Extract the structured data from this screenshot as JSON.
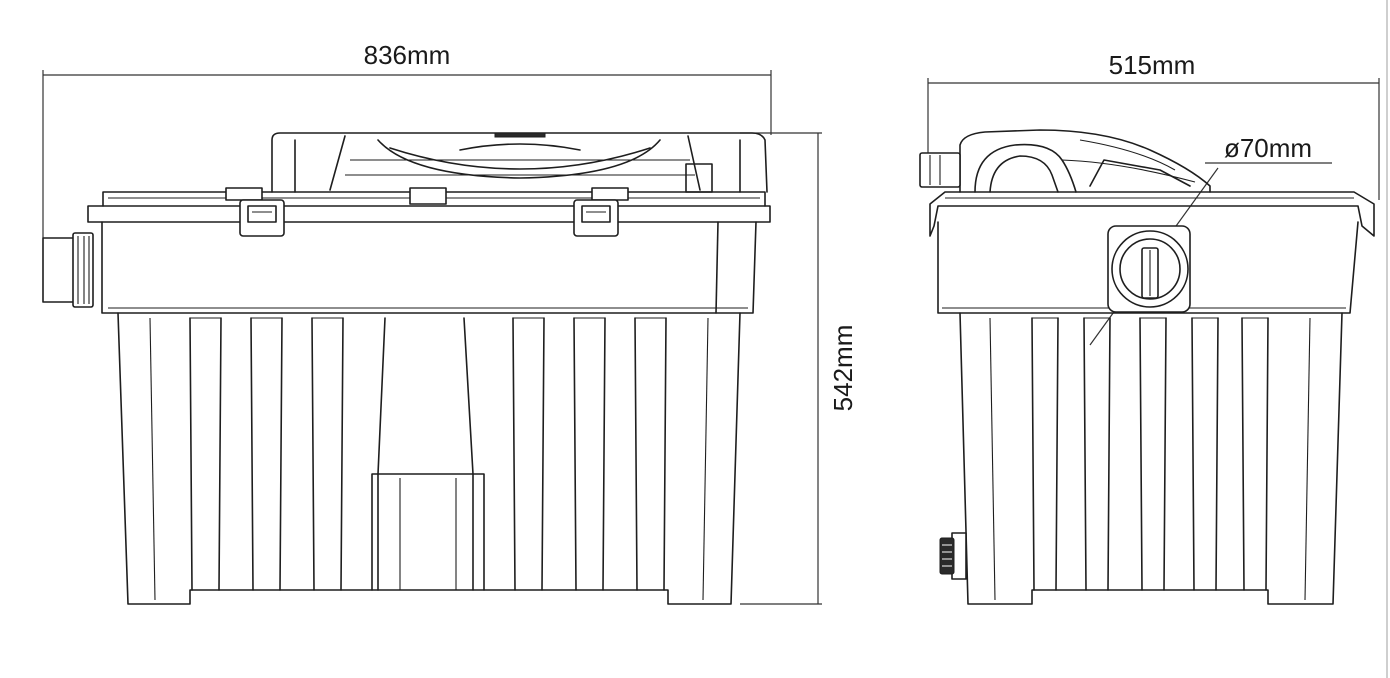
{
  "dimensions": {
    "front_width": "836mm",
    "height": "542mm",
    "side_width": "515mm",
    "outlet_diameter": "ø70mm"
  }
}
